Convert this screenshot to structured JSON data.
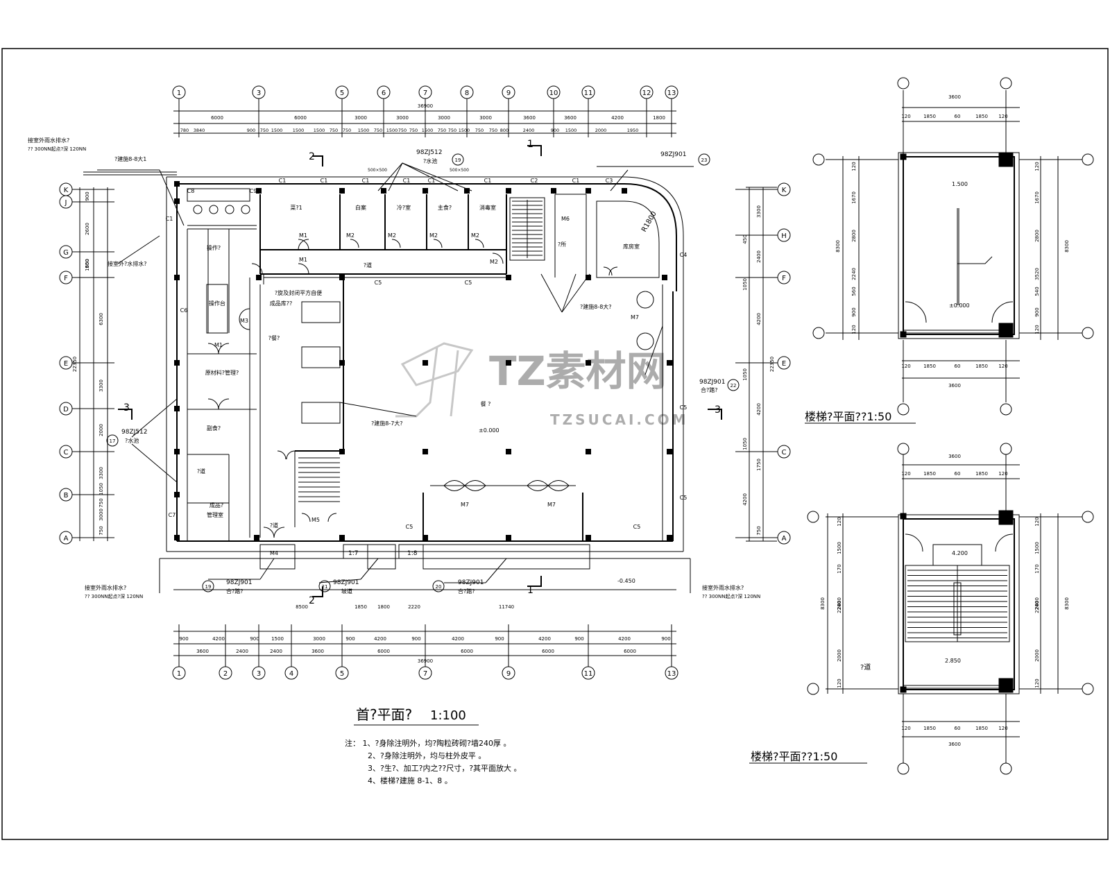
{
  "main_plan": {
    "title": "首?平面?",
    "scale": "1:100",
    "axes_top": [
      "1",
      "3",
      "5",
      "6",
      "7",
      "8",
      "9",
      "10",
      "11",
      "12",
      "13"
    ],
    "axes_bottom": [
      "1",
      "2",
      "3",
      "4",
      "5",
      "7",
      "9",
      "11",
      "13"
    ],
    "axes_left": [
      "K",
      "J",
      "G",
      "F",
      "E",
      "D",
      "C",
      "B",
      "A"
    ],
    "axes_right": [
      "K",
      "H",
      "F",
      "E",
      "C",
      "A"
    ],
    "dims_top_row1": [
      "6000",
      "6000",
      "3000",
      "3000",
      "3000",
      "3000",
      "3600",
      "3600",
      "4200",
      "1800"
    ],
    "dims_top_total": "36900",
    "dims_top_row2": [
      "780",
      "3840",
      "900",
      "750",
      "1500",
      "1500",
      "1500",
      "750",
      "750",
      "1500",
      "750",
      "1500",
      "750",
      "750",
      "1500",
      "750",
      "750",
      "1500",
      "750",
      "750",
      "800",
      "2400",
      "900",
      "1500",
      "2000",
      "1950"
    ],
    "dims_bottom_row1": [
      "900",
      "4200",
      "900",
      "1500",
      "3000",
      "900",
      "4200",
      "900",
      "4200",
      "900",
      "4200",
      "900",
      "4200",
      "900"
    ],
    "dims_bottom_row2": [
      "3600",
      "2400",
      "2400",
      "3600",
      "6000",
      "6000",
      "6000",
      "6000"
    ],
    "dims_bottom_total": "36900",
    "dims_bottom_extra": [
      "8500",
      "1850",
      "1800",
      "2220",
      "11740"
    ],
    "dims_left": [
      "900",
      "2600",
      "900",
      "1650",
      "6300",
      "3300",
      "2000",
      "3300",
      "1050",
      "750",
      "3000",
      "750"
    ],
    "dims_left_total": "22350",
    "dims_right": [
      "3300",
      "450",
      "2400",
      "1050",
      "4200",
      "1050",
      "4200",
      "1050",
      "1750",
      "4200",
      "750"
    ],
    "dims_right_total": "22350",
    "windows": [
      "C1",
      "C1",
      "C1",
      "C1",
      "C1",
      "C1",
      "C2",
      "C1",
      "C3",
      "C4",
      "C5",
      "C5",
      "C5",
      "C5",
      "C5",
      "C5",
      "C6",
      "C7",
      "C8",
      "C9",
      "C1"
    ],
    "doors": [
      "M1",
      "M1",
      "M1",
      "M2",
      "M2",
      "M2",
      "M2",
      "M2",
      "M3",
      "M4",
      "M5",
      "M6",
      "M7",
      "M7",
      "M7"
    ],
    "rooms": {
      "r1": "菜?1",
      "r2": "白案",
      "r3": "冷?室",
      "r4": "主食?",
      "r5": "消毒室",
      "r6": "操作?",
      "r7": "操作台",
      "r8": "原材料?管理?",
      "r9": "副食?",
      "r10": "管理室",
      "r11": "?道",
      "r12": "?餐?",
      "r13": "餐 ?",
      "r14": "库房室",
      "r15": "?道",
      "r16": "成品?",
      "r17": "?旋及封闭平方自便",
      "r18": "成品库??",
      "r19": "?道",
      "r20": "?所"
    },
    "callouts": {
      "top_left": "?建施8-8大1",
      "top_left_note1": "接室外雨水排水?",
      "top_left_note2": "??  300NN起点?深 120NN",
      "left_mid_note": "接室外?水排水?",
      "left_ref1": "98ZJ512",
      "left_ref2": "?水池",
      "top_ref1": "98ZJ512",
      "top_ref2": "?水池",
      "top_ref_dim": "500×500",
      "top_right_ref": "98ZJ901",
      "right_ref": "98ZJ901",
      "right_ref_sub": "合?踏?",
      "center_ref": "?建施8-7大?",
      "stair_ref": "?建施8-8大?",
      "bottom_ref1": "98ZJ901",
      "bottom_ref1_sub": "合?踏?",
      "bottom_ref2": "98ZJ901",
      "bottom_ref2_sub": "坡道",
      "bottom_ref3": "98ZJ901",
      "bottom_ref3_sub": "合?踏?",
      "bottom_left_note1": "接室外雨水排水?",
      "bottom_left_note2": "??  300NN起点?深 120NN",
      "bottom_right_note1": "接室外雨水排水?",
      "bottom_right_note2": "??  300NN起点?深 120NN",
      "radius": "R1800",
      "slope1": "1:7",
      "slope2": "1:8",
      "level_main": "±0.000",
      "level_out": "-0.450",
      "section_1": "1",
      "section_2": "2",
      "section_3": "3",
      "ref_nums": [
        "19",
        "21",
        "20",
        "23",
        "17",
        "19",
        "22"
      ]
    },
    "notes": [
      "注：  1、?身除注明外，均?陶粒砖砌?墙240厚 。",
      "2、?身除注明外，均与柱外皮平 。",
      "3、?生?、加工?内之??尺寸，?其平面放大 。",
      "4、楼梯?建施 8-1、8       。"
    ]
  },
  "stair_plan_a": {
    "title": "楼梯?平面??1:50",
    "dims_top": "3600",
    "dims_sub": [
      "120",
      "1850",
      "60",
      "1850",
      "120"
    ],
    "dims_left": [
      "120",
      "1670",
      "2800",
      "2240",
      "560",
      "900",
      "120"
    ],
    "dims_total": "8300",
    "dims_right": [
      "120",
      "1670",
      "2800",
      "3520",
      "540",
      "900",
      "120"
    ],
    "level_top": "1.500",
    "level_bottom": "±0.000",
    "dims_bottom": [
      "120",
      "1850",
      "60",
      "1850",
      "120"
    ],
    "dims_bottom_total": "3600"
  },
  "stair_plan_b": {
    "title": "楼梯?平面??1:50",
    "dims_top": "3600",
    "dims_sub": [
      "120",
      "1850",
      "60",
      "1850",
      "120"
    ],
    "dims_left": [
      "120",
      "1500",
      "170",
      "2800",
      "2240",
      "2000",
      "120"
    ],
    "dims_total": "8300",
    "level_top": "4.200",
    "level_mid": "2.850",
    "corridor": "?道",
    "dims_bottom": [
      "120",
      "1850",
      "60",
      "1850",
      "120"
    ],
    "dims_bottom_total": "3600"
  },
  "watermark": {
    "brand": "TZ素材网",
    "url": "TZSUCAI.COM"
  }
}
